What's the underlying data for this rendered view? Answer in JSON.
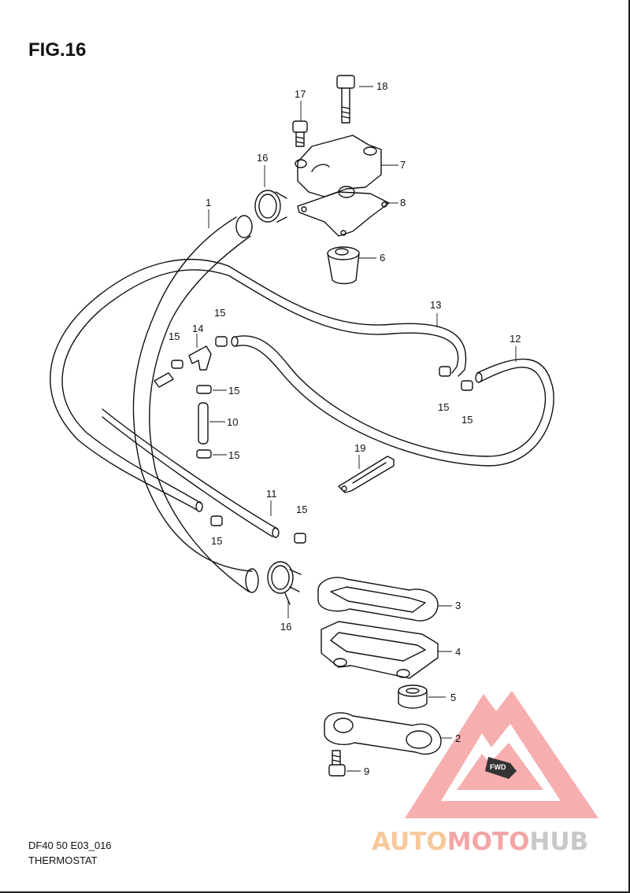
{
  "figure": {
    "title": "FIG.16",
    "code": "DF40 50 E03_016",
    "name": "THERMOSTAT"
  },
  "part_labels": [
    "1",
    "2",
    "3",
    "4",
    "5",
    "6",
    "7",
    "8",
    "9",
    "10",
    "11",
    "12",
    "13",
    "14",
    "15",
    "15",
    "15",
    "15",
    "15",
    "15",
    "15",
    "15",
    "16",
    "16",
    "17",
    "18",
    "19"
  ],
  "watermark": {
    "part1": "AUTO",
    "part2": "MOTO",
    "part3": "HUB",
    "badge": "FWD",
    "colors": {
      "triangle": "#f4a0a0",
      "auto": "#f7c89a",
      "moto": "#f4a5a5",
      "hub": "#c8c8c8"
    }
  }
}
